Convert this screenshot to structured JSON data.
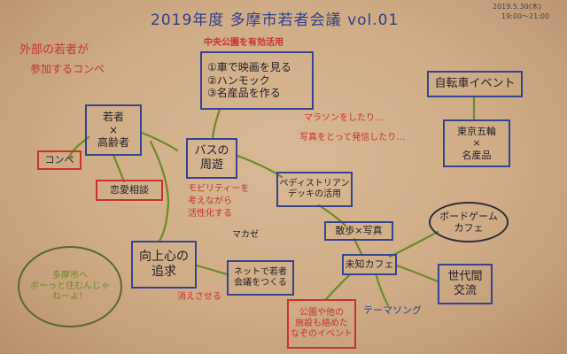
{
  "title": "2019年度 多摩市若者会議 vol.01",
  "date": "2019.5.30(木)",
  "time": "19:00〜21:00",
  "colors": {
    "paper": "#cfac86",
    "marker_blue": "#35448f",
    "marker_red": "#c8342a",
    "marker_green": "#6b8a2a"
  },
  "notes": {
    "outside_youth": [
      "外部の若者が",
      "参加するコンペ"
    ],
    "park_header": "中央公園を有効活用",
    "marathon": "マラソンをしたり…",
    "photo_share": "写真をとって発信したり…",
    "mobility": [
      "モビリティーを",
      "考えながら",
      "活性化する"
    ],
    "magic": "マカゼ",
    "no_shame": "消えさせる",
    "theme_song": "テーマソング",
    "circle_note": [
      "多摩市へ",
      "ボーっと住むんじゃ",
      "ねーよ！"
    ]
  },
  "boxes": {
    "park_list": [
      "①車で映画を見る",
      "②ハンモック",
      "③名産品を作る"
    ],
    "bicycle_event": "自転車イベント",
    "youth_elder": [
      "若者",
      "×",
      "高齢者"
    ],
    "compe": "コンペ",
    "love_consult": "恋愛相談",
    "bus_tour": [
      "バスの",
      "周遊"
    ],
    "pedestrian_deck": [
      "ペディストリアン",
      "デッキの活用"
    ],
    "olympics_product": [
      "東京五輪",
      "×",
      "名産品"
    ],
    "board_game_cafe": [
      "ボードゲーム",
      "カフェ"
    ],
    "walk_photo": "散歩×写真",
    "unknown_cafe": "未知カフェ",
    "intergen": [
      "世代間",
      "交流"
    ],
    "improve": [
      "向上心の",
      "追求"
    ],
    "net_meeting": [
      "ネットで若者",
      "会議をつくる"
    ],
    "park_event": [
      "公園や他の",
      "施設も絡めた",
      "なぞのイベント"
    ]
  }
}
